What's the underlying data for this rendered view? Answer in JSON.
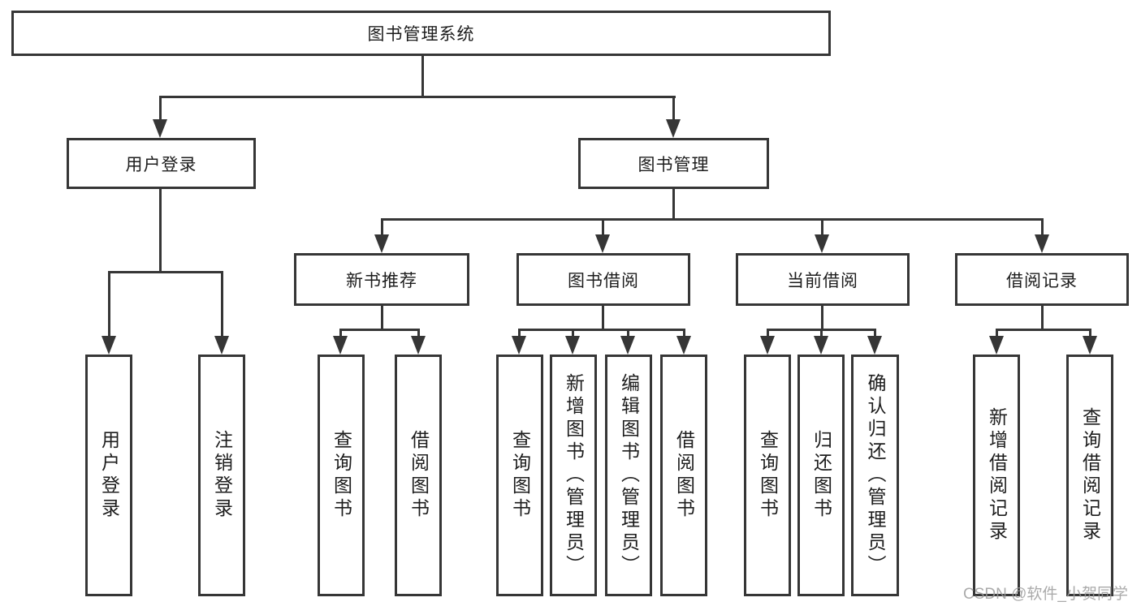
{
  "diagram": {
    "title_node": {
      "label": "图书管理系统"
    },
    "level2": [
      {
        "label": "用户登录"
      },
      {
        "label": "图书管理"
      }
    ],
    "level3": [
      {
        "label": "新书推荐"
      },
      {
        "label": "图书借阅"
      },
      {
        "label": "当前借阅"
      },
      {
        "label": "借阅记录"
      }
    ],
    "leaves": {
      "user_login": [
        "用户登录",
        "注销登录"
      ],
      "new_books": [
        "查询图书",
        "借阅图书"
      ],
      "book_borrow": [
        "查询图书",
        "新增图书（管理员）",
        "编辑图书（管理员）",
        "借阅图书"
      ],
      "current_borrow": [
        "查询图书",
        "归还图书",
        "确认归还（管理员）"
      ],
      "borrow_records": [
        "新增借阅记录",
        "查询借阅记录"
      ]
    }
  },
  "watermark": {
    "text": "CSDN @软件_小贺同学"
  },
  "colors": {
    "line": "#363636",
    "text": "#1d1d1d",
    "background": "#ffffff",
    "watermark": "#9c9c9c"
  }
}
